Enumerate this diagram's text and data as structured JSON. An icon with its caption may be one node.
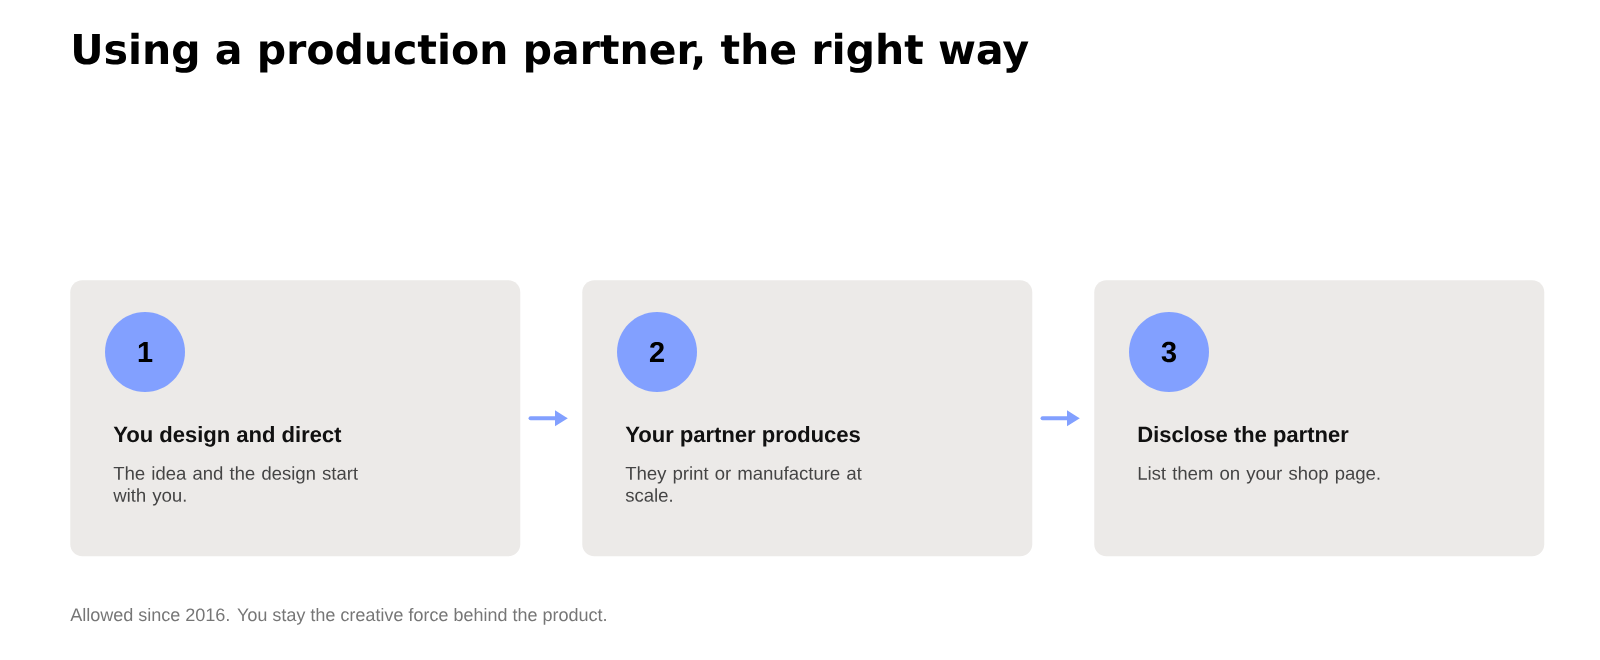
{
  "diagram": {
    "title": "Using a production partner, the right way",
    "nodes": [
      {
        "text": [
          "You design and direct",
          "The idea and the design start with you."
        ]
      },
      {
        "text": [
          "1"
        ],
        "in": 0
      },
      {
        "text": [
          "Your partner produces",
          "They print or manufacture at scale."
        ]
      },
      {
        "text": [
          "2"
        ],
        "in": 2
      },
      {
        "text": [
          "Disclose the partner",
          "List them on your shop page."
        ]
      },
      {
        "text": [
          "3"
        ],
        "in": 4
      }
    ],
    "edges": [
      {
        "from": 0,
        "to": 2,
        "arrow": "to"
      },
      {
        "from": 2,
        "to": 4,
        "arrow": "to"
      }
    ],
    "labels": [
      "Allowed since 2016. You stay the creative force behind the product."
    ]
  }
}
